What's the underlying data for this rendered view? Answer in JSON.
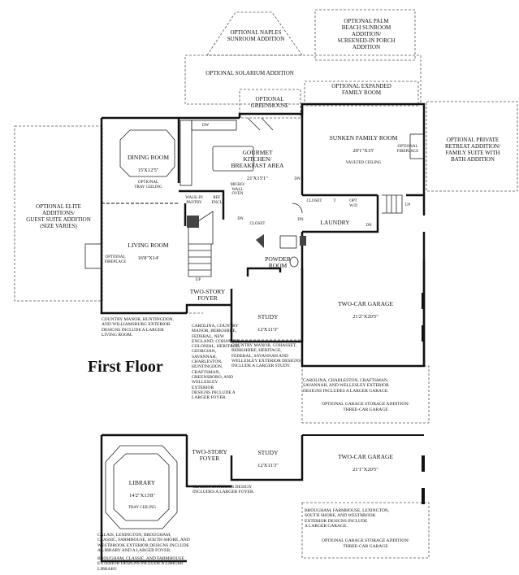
{
  "title": "First Floor",
  "optional": {
    "naples": "OPTIONAL NAPLES\nSUNROOM ADDITION",
    "palm_beach": "OPTIONAL PALM\nBEACH SUNROOM\nADDITION/\nSCREENED-IN PORCH\nADDITION",
    "solarium": "OPTIONAL SOLARIUM ADDITION",
    "expanded_family": "OPTIONAL EXPANDED\nFAMILY ROOM",
    "greenhouse": "OPTIONAL\nGREENHOUSE",
    "retreat": "OPTIONAL PRIVATE\nRETREAT ADDITION/\nFAMILY SUITE WITH\nBATH ADDITION",
    "elite": "OPTIONAL ELITE\nADDITIONS/\nGUEST SUITE ADDITION\n(SIZE VARIES)",
    "garage_storage": "OPTIONAL GARAGE STORAGE ADDITION/\nTHREE-CAR GARAGE",
    "garage_storage2": "OPTIONAL GARAGE STORAGE ADDITION/\nTHREE-CAR GARAGE"
  },
  "rooms": {
    "dining": {
      "name": "DINING ROOM",
      "dim": "15'X12'5\"",
      "sub": "OPTIONAL\nTRAY CEILING"
    },
    "kitchen": {
      "name": "GOURMET\nKITCHEN/\nBREAKFAST AREA",
      "dim": "21'X15'1\""
    },
    "family": {
      "name": "SUNKEN FAMILY ROOM",
      "dim": "20'1\"X15'",
      "sub": "VAULTED CEILING"
    },
    "living": {
      "name": "LIVING ROOM",
      "dim": "16'8\"X14'"
    },
    "foyer": {
      "name": "TWO-STORY\nFOYER"
    },
    "study": {
      "name": "STUDY",
      "dim": "12'X11'3\""
    },
    "laundry": {
      "name": "LAUNDRY"
    },
    "powder": {
      "name": "POWDER\nROOM"
    },
    "garage": {
      "name": "TWO-CAR GARAGE",
      "dim": "21'2\"X20'5\""
    },
    "library": {
      "name": "LIBRARY",
      "dim": "14'2\"X13'8\"",
      "sub": "TRAY CEILING"
    },
    "foyer2": {
      "name": "TWO-STORY\nFOYER"
    },
    "study2": {
      "name": "STUDY",
      "dim": "12'X11'3\""
    },
    "garage2": {
      "name": "TWO-CAR GARAGE",
      "dim": "21'1\"X20'5\""
    }
  },
  "small": {
    "walkin": "WALK-IN\nPANTRY",
    "ref": "REF\nENCL",
    "micro": "MICRO/\nWALL\nOVEN",
    "closet1": "CLOSET",
    "closet2": "CLOSET",
    "wd": "OPT\nW/D",
    "t": "T",
    "dw": "DW",
    "fireplace1": "OPTIONAL\nFIREPLACE",
    "fireplace2": "OPTIONAL\nFIREPLACE",
    "dn1": "DN",
    "dn2": "DN",
    "dn3": "DN",
    "dn4": "DN",
    "up1": "UP",
    "up2": "UP"
  },
  "notes": {
    "n1": "COUNTRY MANOR, HUNTINGDON,\nAND WILLIAMSBURG EXTERIOR\nDESIGNS INCLUDE A LARGER\nLIVING ROOM.",
    "n2": "CAROLINA, COUNTRY\nMANOR, BERKSHIRE,\nFEDERAL, NEW\nENGLAND, COHASSET,\nCOLONIAL, HERITAGE,\nGEORGIAN, SAVANNAH,\nCHARLESTON,\nHUNTINGDON,\nCRAFTSMAN,\nGREENSBORO, AND\nWELLESLEY EXTERIOR\nDESIGNS INCLUDE A\nLARGER FOYER.",
    "n3": "COUNTRY MANOR, COHASSET,\nBERKSHIRE, HERITAGE,\nFEDERAL, SAVANNAH AND\nWELLESLEY EXTERIOR DESIGNS\nINCLUDE A LARGER STUDY.",
    "n4": "CAROLINA, CHARLESTON, CRAFTSMAN,\nSAVANNAH, AND WELLESLEY EXTERIOR\nDESIGNS INCLUDES A LARGER GARAGE.",
    "n5": "CLASSIC EXTERIOR DESIGN\nINCLUDES A LARGER FOYER.",
    "n6": "BROUGHAM, FARMHOUSE, LEXINGTON,\nSOUTH SHORE, AND WESTBROOK\nEXTERIOR DESIGNS INCLUDE\nA LARGER GARAGE.",
    "n7": "CALAIS, LEXINGTON, BROUGHAM,\nCLASSIC, FARMHOUSE, SOUTH SHORE, AND\nWESTBROOK EXTERIOR DESIGNS INCLUDE\nA LIBRARY AND A LARGER FOYER.",
    "n8": "BROUGHAM, CLASSIC, AND FARMHOUSE\nEXTERIOR DESIGNS INCLUDE A LARGER\nLIBRARY."
  }
}
